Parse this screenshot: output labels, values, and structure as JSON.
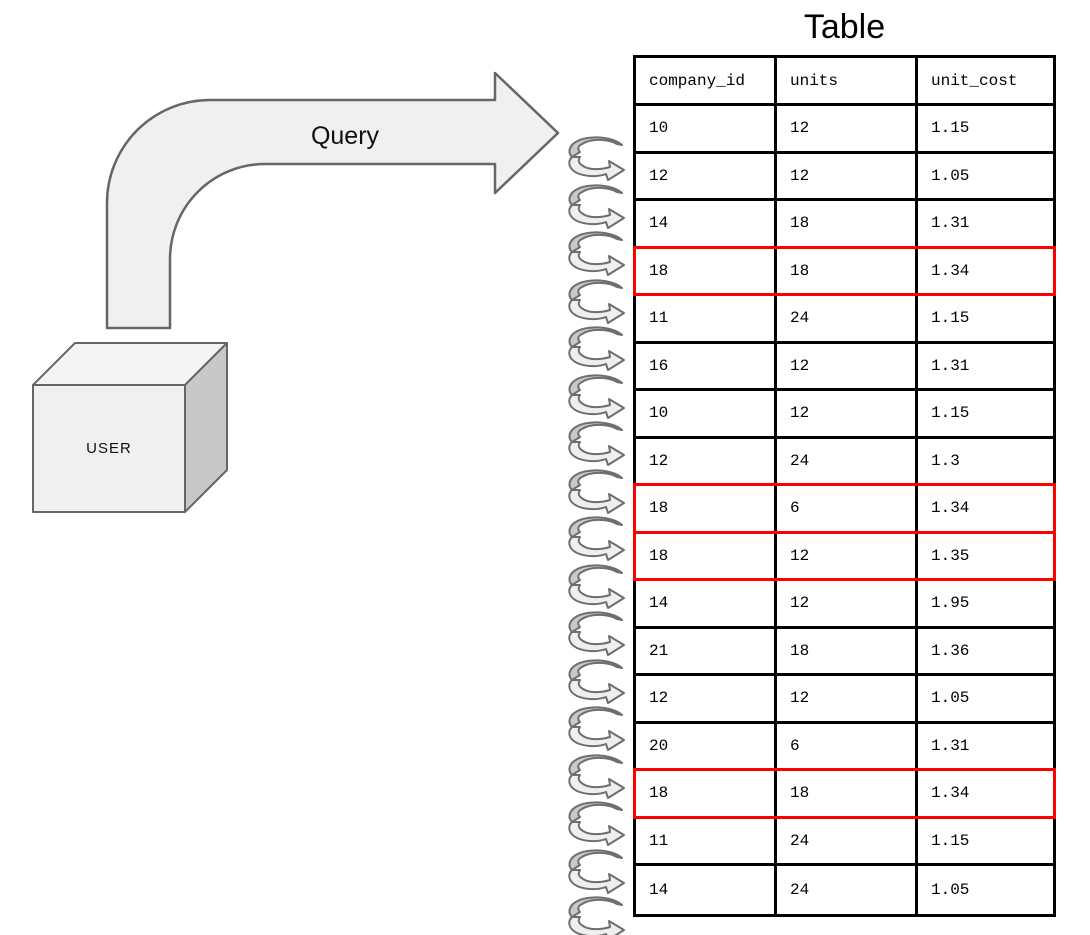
{
  "title": "Table",
  "diagram": {
    "user_box_label": "USER",
    "query_arrow_label": "Query",
    "loop_arrow_count_note": "one loop arrow per table row"
  },
  "colors": {
    "shape_fill": "#f0f0f0",
    "shape_stroke": "#666666",
    "box_top_fill": "#f4f4f4",
    "box_side_fill": "#c8c8c8",
    "loop_dark_fill": "#c9c9c9",
    "loop_light_fill": "#efefef",
    "loop_stroke": "#6e6e6e",
    "table_border": "#000000",
    "highlight_border": "#ff0000"
  },
  "table": {
    "columns": [
      "company_id",
      "units",
      "unit_cost"
    ],
    "rows": [
      {
        "company_id": "10",
        "units": "12",
        "unit_cost": "1.15",
        "highlighted": false
      },
      {
        "company_id": "12",
        "units": "12",
        "unit_cost": "1.05",
        "highlighted": false
      },
      {
        "company_id": "14",
        "units": "18",
        "unit_cost": "1.31",
        "highlighted": false
      },
      {
        "company_id": "18",
        "units": "18",
        "unit_cost": "1.34",
        "highlighted": true
      },
      {
        "company_id": "11",
        "units": "24",
        "unit_cost": "1.15",
        "highlighted": false
      },
      {
        "company_id": "16",
        "units": "12",
        "unit_cost": "1.31",
        "highlighted": false
      },
      {
        "company_id": "10",
        "units": "12",
        "unit_cost": "1.15",
        "highlighted": false
      },
      {
        "company_id": "12",
        "units": "24",
        "unit_cost": "1.3",
        "highlighted": false
      },
      {
        "company_id": "18",
        "units": "6",
        "unit_cost": "1.34",
        "highlighted": true
      },
      {
        "company_id": "18",
        "units": "12",
        "unit_cost": "1.35",
        "highlighted": true
      },
      {
        "company_id": "14",
        "units": "12",
        "unit_cost": "1.95",
        "highlighted": false
      },
      {
        "company_id": "21",
        "units": "18",
        "unit_cost": "1.36",
        "highlighted": false
      },
      {
        "company_id": "12",
        "units": "12",
        "unit_cost": "1.05",
        "highlighted": false
      },
      {
        "company_id": "20",
        "units": "6",
        "unit_cost": "1.31",
        "highlighted": false
      },
      {
        "company_id": "18",
        "units": "18",
        "unit_cost": "1.34",
        "highlighted": true
      },
      {
        "company_id": "11",
        "units": "24",
        "unit_cost": "1.15",
        "highlighted": false
      },
      {
        "company_id": "14",
        "units": "24",
        "unit_cost": "1.05",
        "highlighted": false
      }
    ]
  }
}
